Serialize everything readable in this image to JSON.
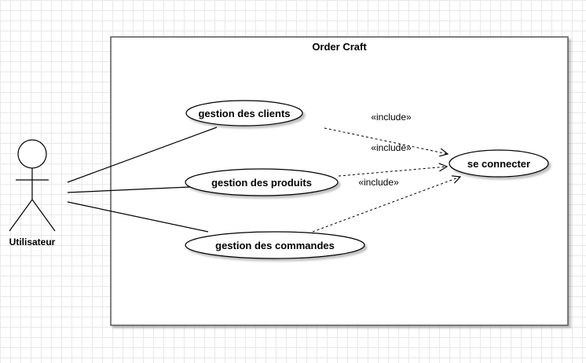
{
  "diagram": {
    "system": {
      "title": "Order Craft"
    },
    "actor": {
      "label": "Utilisateur"
    },
    "use_cases": {
      "clients": "gestion des clients",
      "produits": "gestion des produits",
      "commandes": "gestion des commandes",
      "connecter": "se connecter"
    },
    "relations": {
      "include_1": "«include»",
      "include_2": "«include»",
      "include_3": "«include»"
    }
  }
}
